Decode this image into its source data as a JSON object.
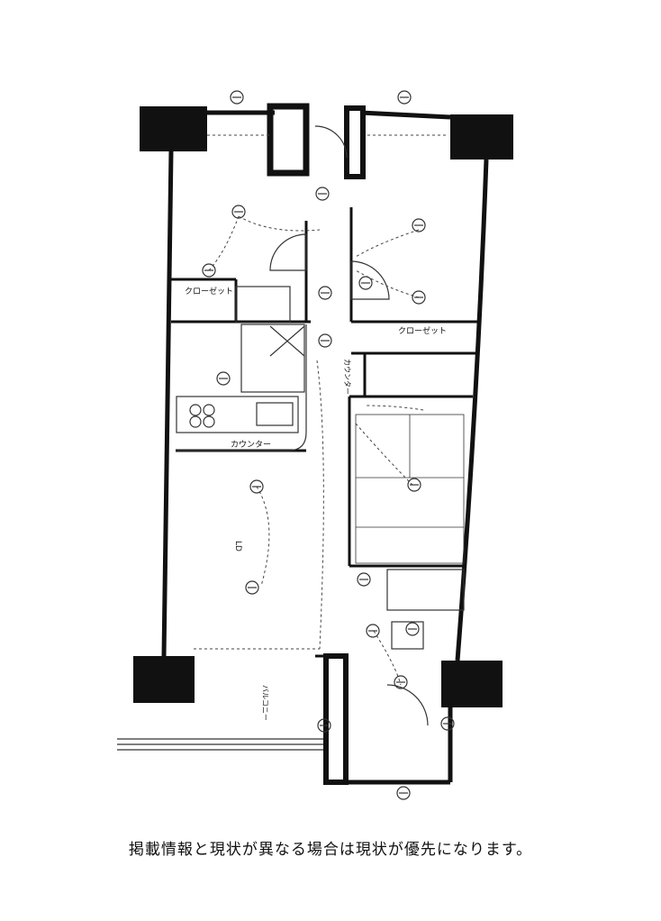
{
  "floorplan": {
    "labels": {
      "closet_left": "クローゼット",
      "closet_right": "クローゼット",
      "counter_bottom": "カウンター",
      "counter_vertical": "カウンター",
      "balcony": "バルコニー",
      "ldk": "LD"
    },
    "legend_icon": "ceiling-light-icon"
  },
  "notice": "掲載情報と現状が異なる場合は現状が優先になります。"
}
